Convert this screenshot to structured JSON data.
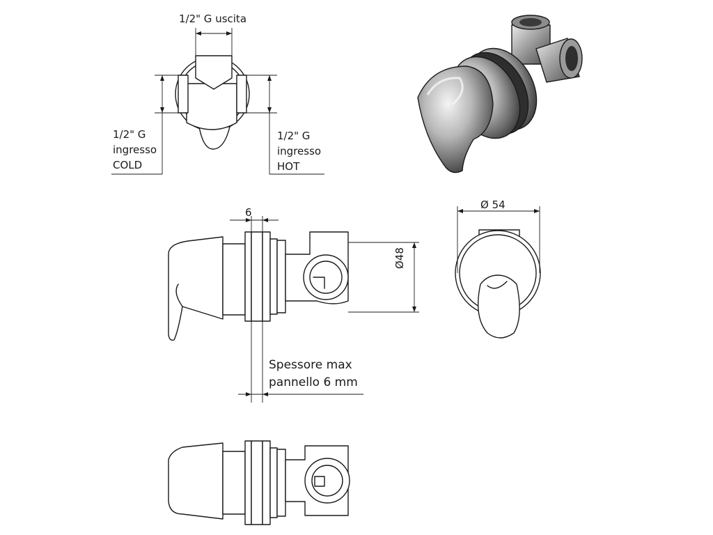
{
  "labels": {
    "outlet": "1/2\" G uscita",
    "inlet_cold": [
      "1/2\" G",
      "ingresso",
      "COLD"
    ],
    "inlet_hot": [
      "1/2\" G",
      "ingresso",
      "HOT"
    ],
    "dim_6": "6",
    "dim_48": "Ø48",
    "dim_54": "Ø 54",
    "panel_note": [
      "Spessore max",
      "pannello 6 mm"
    ]
  }
}
